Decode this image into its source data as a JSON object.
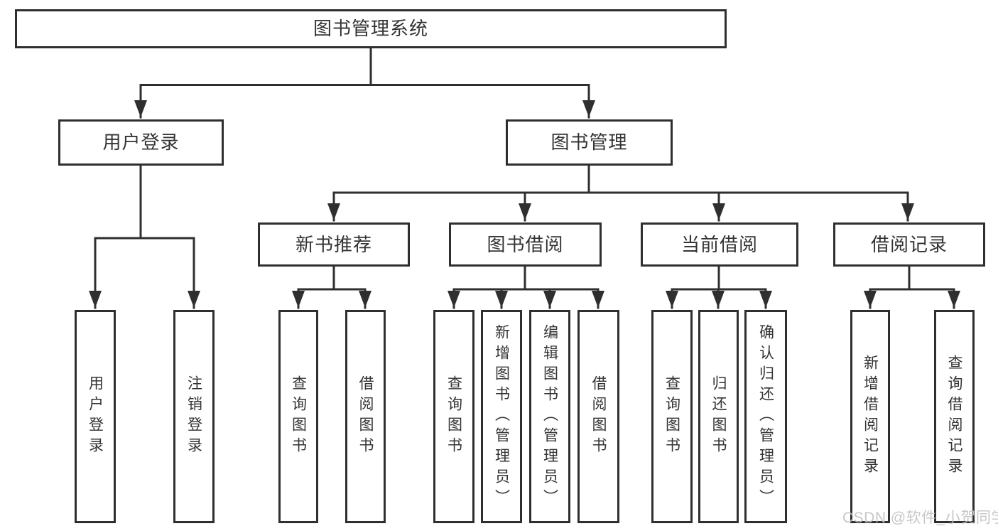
{
  "diagram": {
    "root": {
      "label": "图书管理系统"
    },
    "level2": [
      {
        "label": "用户登录"
      },
      {
        "label": "图书管理"
      }
    ],
    "level3": [
      {
        "label": "新书推荐",
        "parent": "图书管理"
      },
      {
        "label": "图书借阅",
        "parent": "图书管理"
      },
      {
        "label": "当前借阅",
        "parent": "图书管理"
      },
      {
        "label": "借阅记录",
        "parent": "图书管理"
      }
    ],
    "leaves": [
      {
        "label": "用户登录",
        "parent": "用户登录"
      },
      {
        "label": "注销登录",
        "parent": "用户登录"
      },
      {
        "label": "查询图书",
        "parent": "新书推荐"
      },
      {
        "label": "借阅图书",
        "parent": "新书推荐"
      },
      {
        "label": "查询图书",
        "parent": "图书借阅"
      },
      {
        "label": "新增图书（管理员）",
        "parent": "图书借阅"
      },
      {
        "label": "编辑图书（管理员）",
        "parent": "图书借阅"
      },
      {
        "label": "借阅图书",
        "parent": "图书借阅"
      },
      {
        "label": "查询图书",
        "parent": "当前借阅"
      },
      {
        "label": "归还图书",
        "parent": "当前借阅"
      },
      {
        "label": "确认归还（管理员）",
        "parent": "当前借阅"
      },
      {
        "label": "新增借阅记录",
        "parent": "借阅记录"
      },
      {
        "label": "查询借阅记录",
        "parent": "借阅记录"
      }
    ]
  },
  "watermark": {
    "text": "CSDN @软件_小贺同学"
  },
  "colors": {
    "line": "#2f2f2f",
    "text": "#333333",
    "box_background": "#ffffff",
    "page_background": "#ffffff",
    "watermark": "#c3c3c3"
  }
}
